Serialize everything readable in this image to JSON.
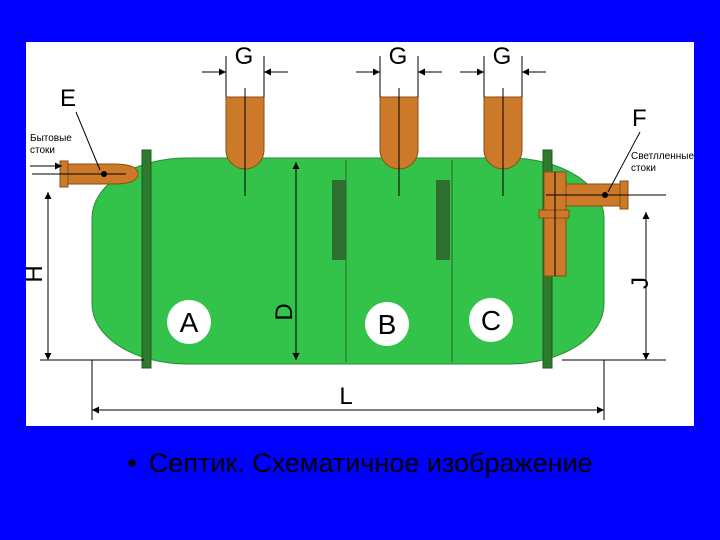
{
  "diagram": {
    "labels": {
      "g1": "G",
      "g2": "G",
      "g3": "G",
      "e": "E",
      "f": "F",
      "h": "H",
      "d": "D",
      "j": "J",
      "l": "L",
      "a": "A",
      "b": "B",
      "c": "C"
    },
    "inlet_note": [
      "Бытовые",
      "стоки"
    ],
    "outlet_note": [
      "Светлленные",
      "стоки"
    ],
    "colors": {
      "background": "#0000ff",
      "tank": "#33c24a",
      "ring": "#2d7a2d",
      "pipe": "#cc7a2a",
      "baffle": "#2e6e2e"
    }
  },
  "caption": {
    "bullet": "•",
    "text": "Септик. Схематичное изображение"
  }
}
